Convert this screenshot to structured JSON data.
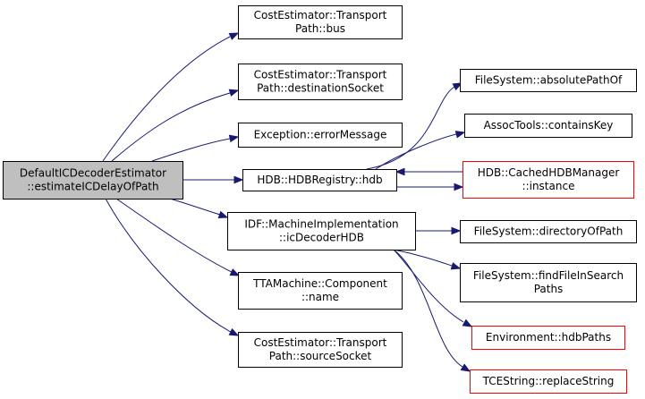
{
  "colors": {
    "edge": "#191970",
    "root_fill": "#bfbfbf",
    "root_border": "#000000",
    "node_fill": "#ffffff",
    "node_border": "#000000",
    "undocumented_border": "#ff0000"
  },
  "nodes": [
    {
      "id": "root",
      "lines": [
        "DefaultICDecoderEstimator",
        "::estimateICDelayOfPath"
      ],
      "kind": "root"
    },
    {
      "id": "bus",
      "lines": [
        "CostEstimator::Transport",
        "Path::bus"
      ],
      "kind": "normal"
    },
    {
      "id": "dest",
      "lines": [
        "CostEstimator::Transport",
        "Path::destinationSocket"
      ],
      "kind": "normal"
    },
    {
      "id": "errmsg",
      "lines": [
        "Exception::errorMessage"
      ],
      "kind": "normal"
    },
    {
      "id": "hdb",
      "lines": [
        "HDB::HDBRegistry::hdb"
      ],
      "kind": "normal"
    },
    {
      "id": "icdec",
      "lines": [
        "IDF::MachineImplementation",
        "::icDecoderHDB"
      ],
      "kind": "normal"
    },
    {
      "id": "name",
      "lines": [
        "TTAMachine::Component",
        "::name"
      ],
      "kind": "normal"
    },
    {
      "id": "src",
      "lines": [
        "CostEstimator::Transport",
        "Path::sourceSocket"
      ],
      "kind": "normal"
    },
    {
      "id": "abspath",
      "lines": [
        "FileSystem::absolutePathOf"
      ],
      "kind": "normal"
    },
    {
      "id": "contains",
      "lines": [
        "AssocTools::containsKey"
      ],
      "kind": "normal"
    },
    {
      "id": "cached",
      "lines": [
        "HDB::CachedHDBManager",
        "::instance"
      ],
      "kind": "undocumented"
    },
    {
      "id": "dirof",
      "lines": [
        "FileSystem::directoryOfPath"
      ],
      "kind": "normal"
    },
    {
      "id": "findfile",
      "lines": [
        "FileSystem::findFileInSearch",
        "Paths"
      ],
      "kind": "normal"
    },
    {
      "id": "envhdb",
      "lines": [
        "Environment::hdbPaths"
      ],
      "kind": "undocumented"
    },
    {
      "id": "replace",
      "lines": [
        "TCEString::replaceString"
      ],
      "kind": "undocumented"
    }
  ],
  "edges": [
    {
      "from": "root",
      "to": "bus"
    },
    {
      "from": "root",
      "to": "dest"
    },
    {
      "from": "root",
      "to": "errmsg"
    },
    {
      "from": "root",
      "to": "hdb"
    },
    {
      "from": "root",
      "to": "icdec"
    },
    {
      "from": "root",
      "to": "name"
    },
    {
      "from": "root",
      "to": "src"
    },
    {
      "from": "hdb",
      "to": "abspath"
    },
    {
      "from": "hdb",
      "to": "contains"
    },
    {
      "from": "hdb",
      "to": "cached"
    },
    {
      "from": "cached",
      "to": "hdb"
    },
    {
      "from": "icdec",
      "to": "dirof"
    },
    {
      "from": "icdec",
      "to": "findfile"
    },
    {
      "from": "icdec",
      "to": "envhdb"
    },
    {
      "from": "icdec",
      "to": "replace"
    }
  ]
}
